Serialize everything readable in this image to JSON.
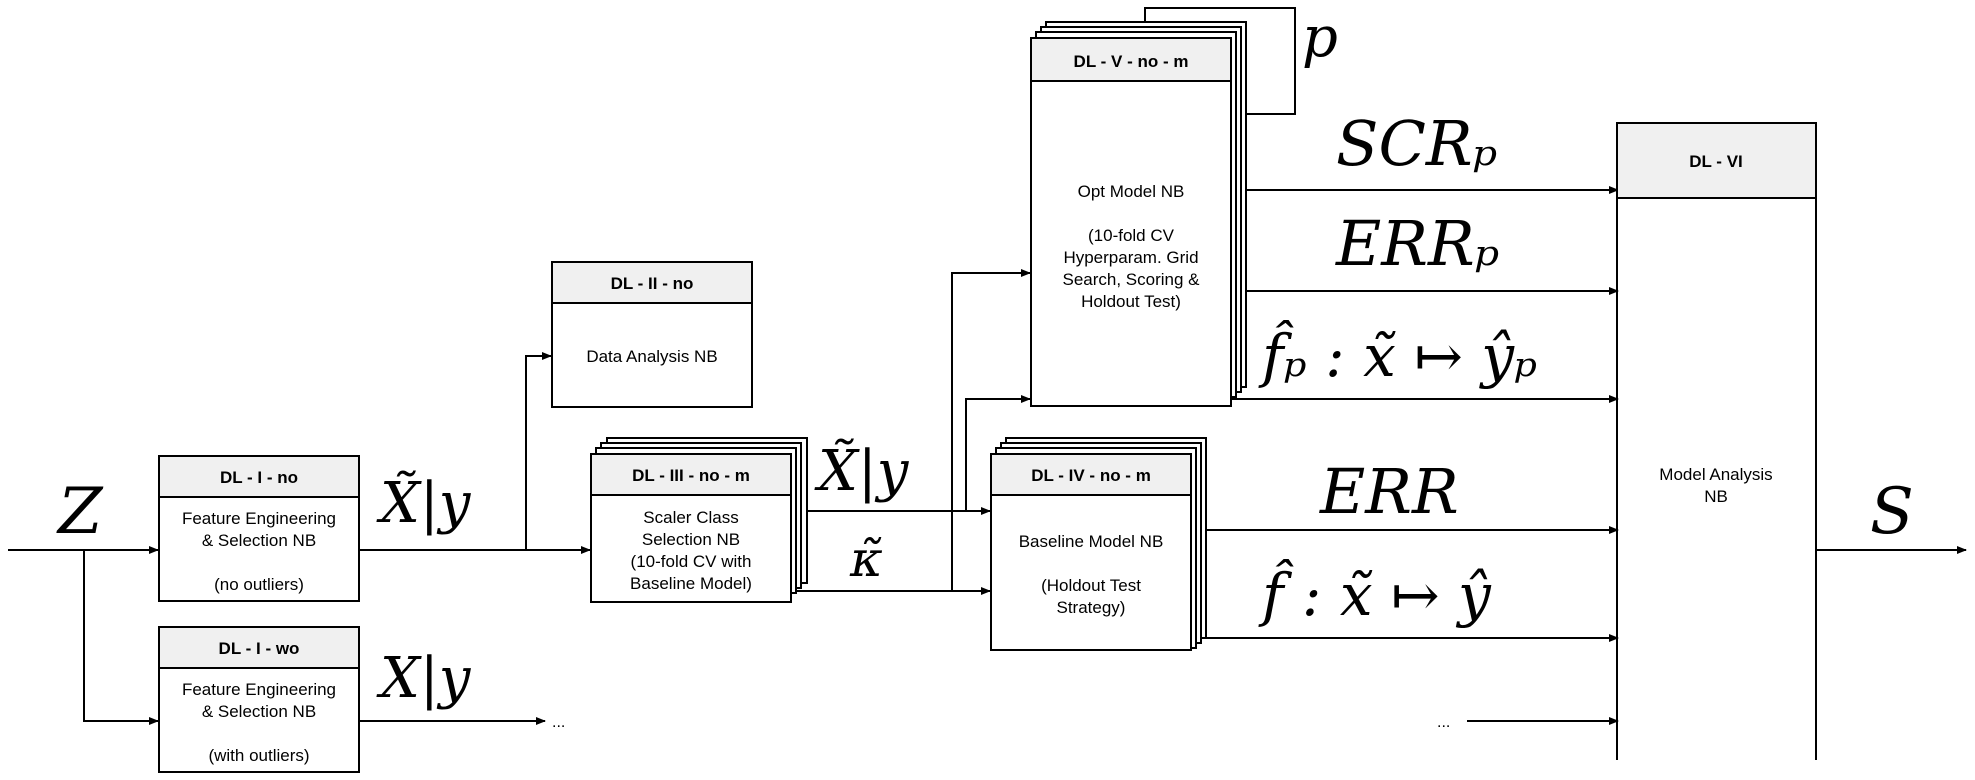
{
  "nodes": {
    "dl1no": {
      "header": "DL - I - no",
      "lines": [
        "Feature Engineering",
        "& Selection NB",
        "",
        "(no outliers)"
      ]
    },
    "dl1wo": {
      "header": "DL - I - wo",
      "lines": [
        "Feature Engineering",
        "& Selection NB",
        "",
        "(with outliers)"
      ]
    },
    "dl2": {
      "header": "DL - II - no",
      "lines": [
        "Data Analysis NB"
      ]
    },
    "dl3": {
      "header": "DL - III - no - m",
      "lines": [
        "Scaler Class",
        "Selection NB",
        "(10-fold CV with",
        "Baseline Model)"
      ]
    },
    "dl4": {
      "header": "DL - IV - no - m",
      "lines": [
        "Baseline Model NB",
        "",
        "(Holdout Test",
        "Strategy)"
      ]
    },
    "dl5": {
      "header": "DL - V - no - m",
      "lines": [
        "Opt Model NB",
        "",
        "(10-fold CV",
        "Hyperparam. Grid",
        "Search, Scoring &",
        "Holdout Test)"
      ]
    },
    "dl6": {
      "header": "DL - VI",
      "lines": [
        "Model Analysis",
        "NB"
      ]
    }
  },
  "edge_labels": {
    "z": "Z",
    "xtilde_y_1": "X̃|y",
    "x_y": "X|y",
    "xtilde_y_2": "X̃|y",
    "kappa": "κ̃",
    "p": "p",
    "scr_p": "SCRₚ",
    "err_p": "ERRₚ",
    "fhat_p": "f̂ₚ : x̃ ↦ ŷₚ",
    "err": "ERR",
    "fhat": "f̂ : x̃ ↦ ŷ",
    "s": "S",
    "ellipsis_left": "...",
    "ellipsis_right": "..."
  }
}
